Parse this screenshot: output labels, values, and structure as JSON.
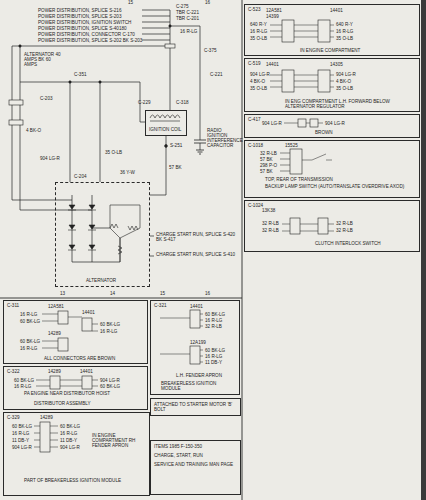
{
  "diagram": {
    "nodes": [
      {
        "text": [
          "IGNITION COIL"
        ]
      },
      {
        "text": [
          "ALTERNATOR"
        ]
      },
      {
        "text": [
          "C-523",
          "IN ENGINE COMPARTMENT"
        ]
      },
      {
        "text": [
          "C-519",
          "IN ENG COMPARTMENT L.H. FORWARD BELOW ALTERNATOR REGULATOR"
        ]
      },
      {
        "text": [
          "C-417",
          "BROWN"
        ]
      },
      {
        "text": [
          "C-1018",
          "TOP, REAR OF TRANSMISSION",
          "BACKUP LAMP SWITCH (AUTO/TRANSLATE OVERDRIVE AXOD)"
        ]
      },
      {
        "text": [
          "C-1024",
          "CLUTCH INTERLOCK SWITCH"
        ]
      },
      {
        "text": [
          "C-311",
          "ALL CONNECTORS ARE BROWN"
        ]
      },
      {
        "text": [
          "C-321",
          "L.H. FENDER APRON",
          "BREAKERLESS IGNITION MODULE"
        ]
      },
      {
        "text": [
          "C-322",
          "PA ENGINE NEAR DISTRIBUTOR HOIST",
          "DISTRIBUTOR ASSEMBLY"
        ]
      },
      {
        "text": [
          "C-329",
          "IN ENGINE COMPARTMENT RH FENDER APRON",
          "PART OF BREAKERLESS IGNITION MODULE"
        ]
      },
      {
        "text": [
          "ATTACHED TO STARTER MOTOR 'B' BOLT"
        ]
      },
      {
        "text": [
          "ITEMS 1985 F-150-350",
          "CHARGE, START, RUN",
          "SERVICE AND TRAINING MAN PAGE"
        ]
      }
    ],
    "labels": [
      "15",
      "16",
      "POWER DISTRIBUTION, SPLICE S-216",
      "POWER DISTRIBUTION, SPLICE S-203",
      "POWER DISTRIBUTION, IGNITION SWITCH",
      "POWER DISTRIBUTION, SPLICE S-40180",
      "POWER DISTRIBUTION, CONNECTOR C-170",
      "POWER DISTRIBUTION, SPLICE S-202 BK S-203",
      "C-275",
      "TBR C-221",
      "TBR C-201",
      "16 R-LG",
      "C-375",
      "C-221",
      "C-229",
      "C-318",
      "ALTERNATOR 40 AMPS BK 60 AMPS",
      "C-351",
      "C-203",
      "4 BK-O",
      "904 LG-R",
      "35 O-LB",
      "S-251",
      "57 BK",
      "RADIO IGNITION INTERFERENCE CAPACITOR",
      "C-204",
      "CHARGE START RUN, SPLICE S-420 BK S-417",
      "CHARGE START RUN, SPLICE S-410",
      "36 Y-W",
      "13",
      "14",
      "15",
      "16",
      "12A581",
      "14401",
      "14399",
      "640 R-Y",
      "16 R-LG",
      "35 O-LB",
      "640 R-Y",
      "16 R-LG",
      "35 O-LB",
      "14401",
      "14305",
      "904 LG-R",
      "4 BK-O",
      "35 O-LB",
      "904 LG-R",
      "4 BK-O",
      "35 O-LB",
      "904 LG-R",
      "904 LG-R",
      "15525",
      "32 R-LB",
      "57 BK",
      "298 P-O",
      "57 BK",
      "13K38",
      "32 R-LB",
      "32 R-LB",
      "32 R-LB",
      "32 R-LB",
      "12A581",
      "16 R-LG",
      "60 BK-LG",
      "14401",
      "60 BK-LG",
      "16 R-LG",
      "14289",
      "60 BK-LG",
      "16 R-LG",
      "14289",
      "14401",
      "60 BK-LG",
      "16 R-LG",
      "904 LG-R",
      "60 BK-LG",
      "14289",
      "60 BK-LG",
      "16 R-LG",
      "11 DB-Y",
      "904 LG-R",
      "60 BK-LG",
      "16 R-LG",
      "11 DB-Y",
      "904 LG-R",
      "14401",
      "60 BK-LG",
      "16 R-LG",
      "32 R-LB",
      "12A199",
      "60 BK-LG",
      "16 R-LG",
      "11 DB-Y"
    ]
  }
}
